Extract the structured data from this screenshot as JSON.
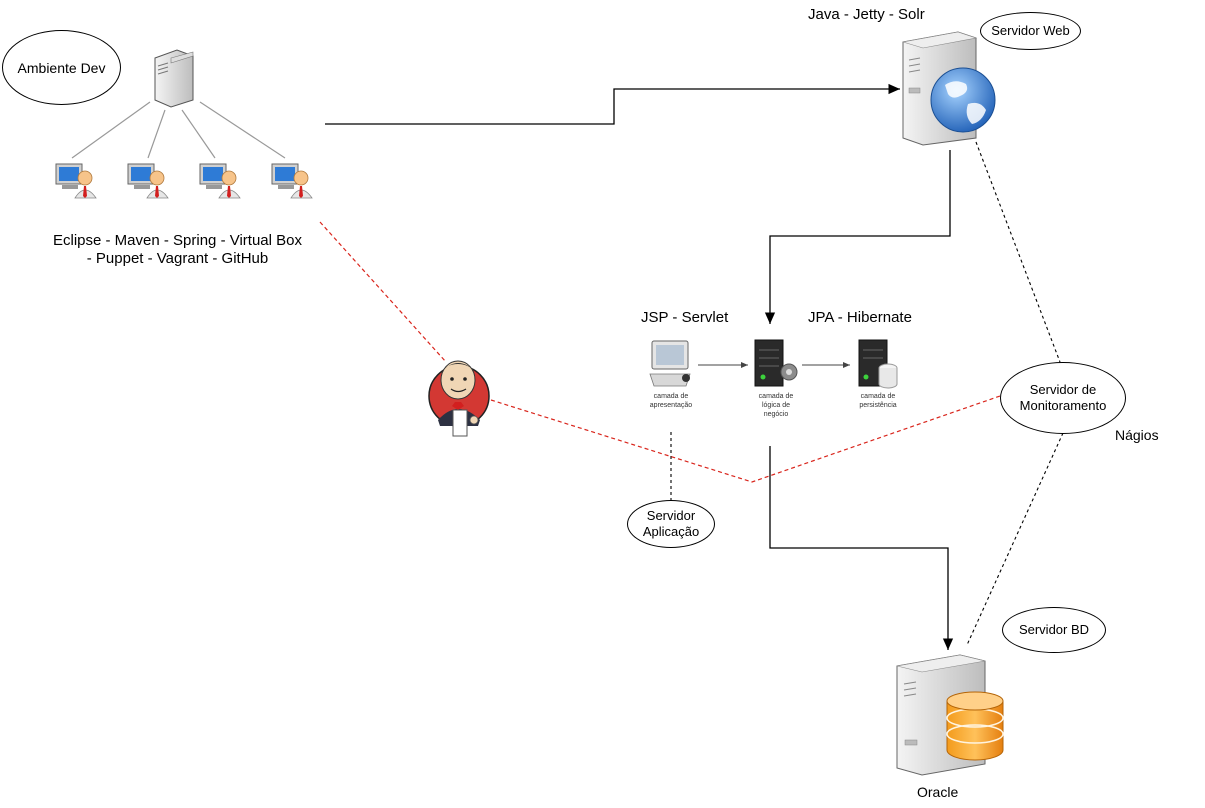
{
  "labels": {
    "ambiente_dev": "Ambiente Dev",
    "dev_tools_line1": "Eclipse - Maven - Spring - Virtual Box",
    "dev_tools_line2": "- Puppet - Vagrant - GitHub",
    "web_stack": "Java - Jetty - Solr",
    "servidor_web": "Servidor Web",
    "jsp_servlet": "JSP - Servlet",
    "jpa_hibernate": "JPA - Hibernate",
    "camada_apresentacao": "camada de apresentação",
    "camada_logica": "camada de lógica de negócio",
    "camada_persistencia": "camada de persistência",
    "servidor_aplicacao_line1": "Servidor",
    "servidor_aplicacao_line2": "Aplicação",
    "servidor_monitoramento_line1": "Servidor de",
    "servidor_monitoramento_line2": "Monitoramento",
    "nagios": "Nágios",
    "servidor_bd": "Servidor BD",
    "oracle": "Oracle"
  },
  "icons": [
    "server-tower-icon",
    "developer-workstation-icon",
    "web-server-globe-icon",
    "jenkins-butler-icon",
    "presentation-monitor-icon",
    "logic-server-gear-icon",
    "persistence-server-db-icon",
    "database-server-icon"
  ],
  "colors": {
    "ci_link": "#d9251c",
    "monitor_link": "#000000",
    "flow_line": "#000000",
    "db_accent": "#f7941d",
    "globe": "#2b6cc4"
  }
}
